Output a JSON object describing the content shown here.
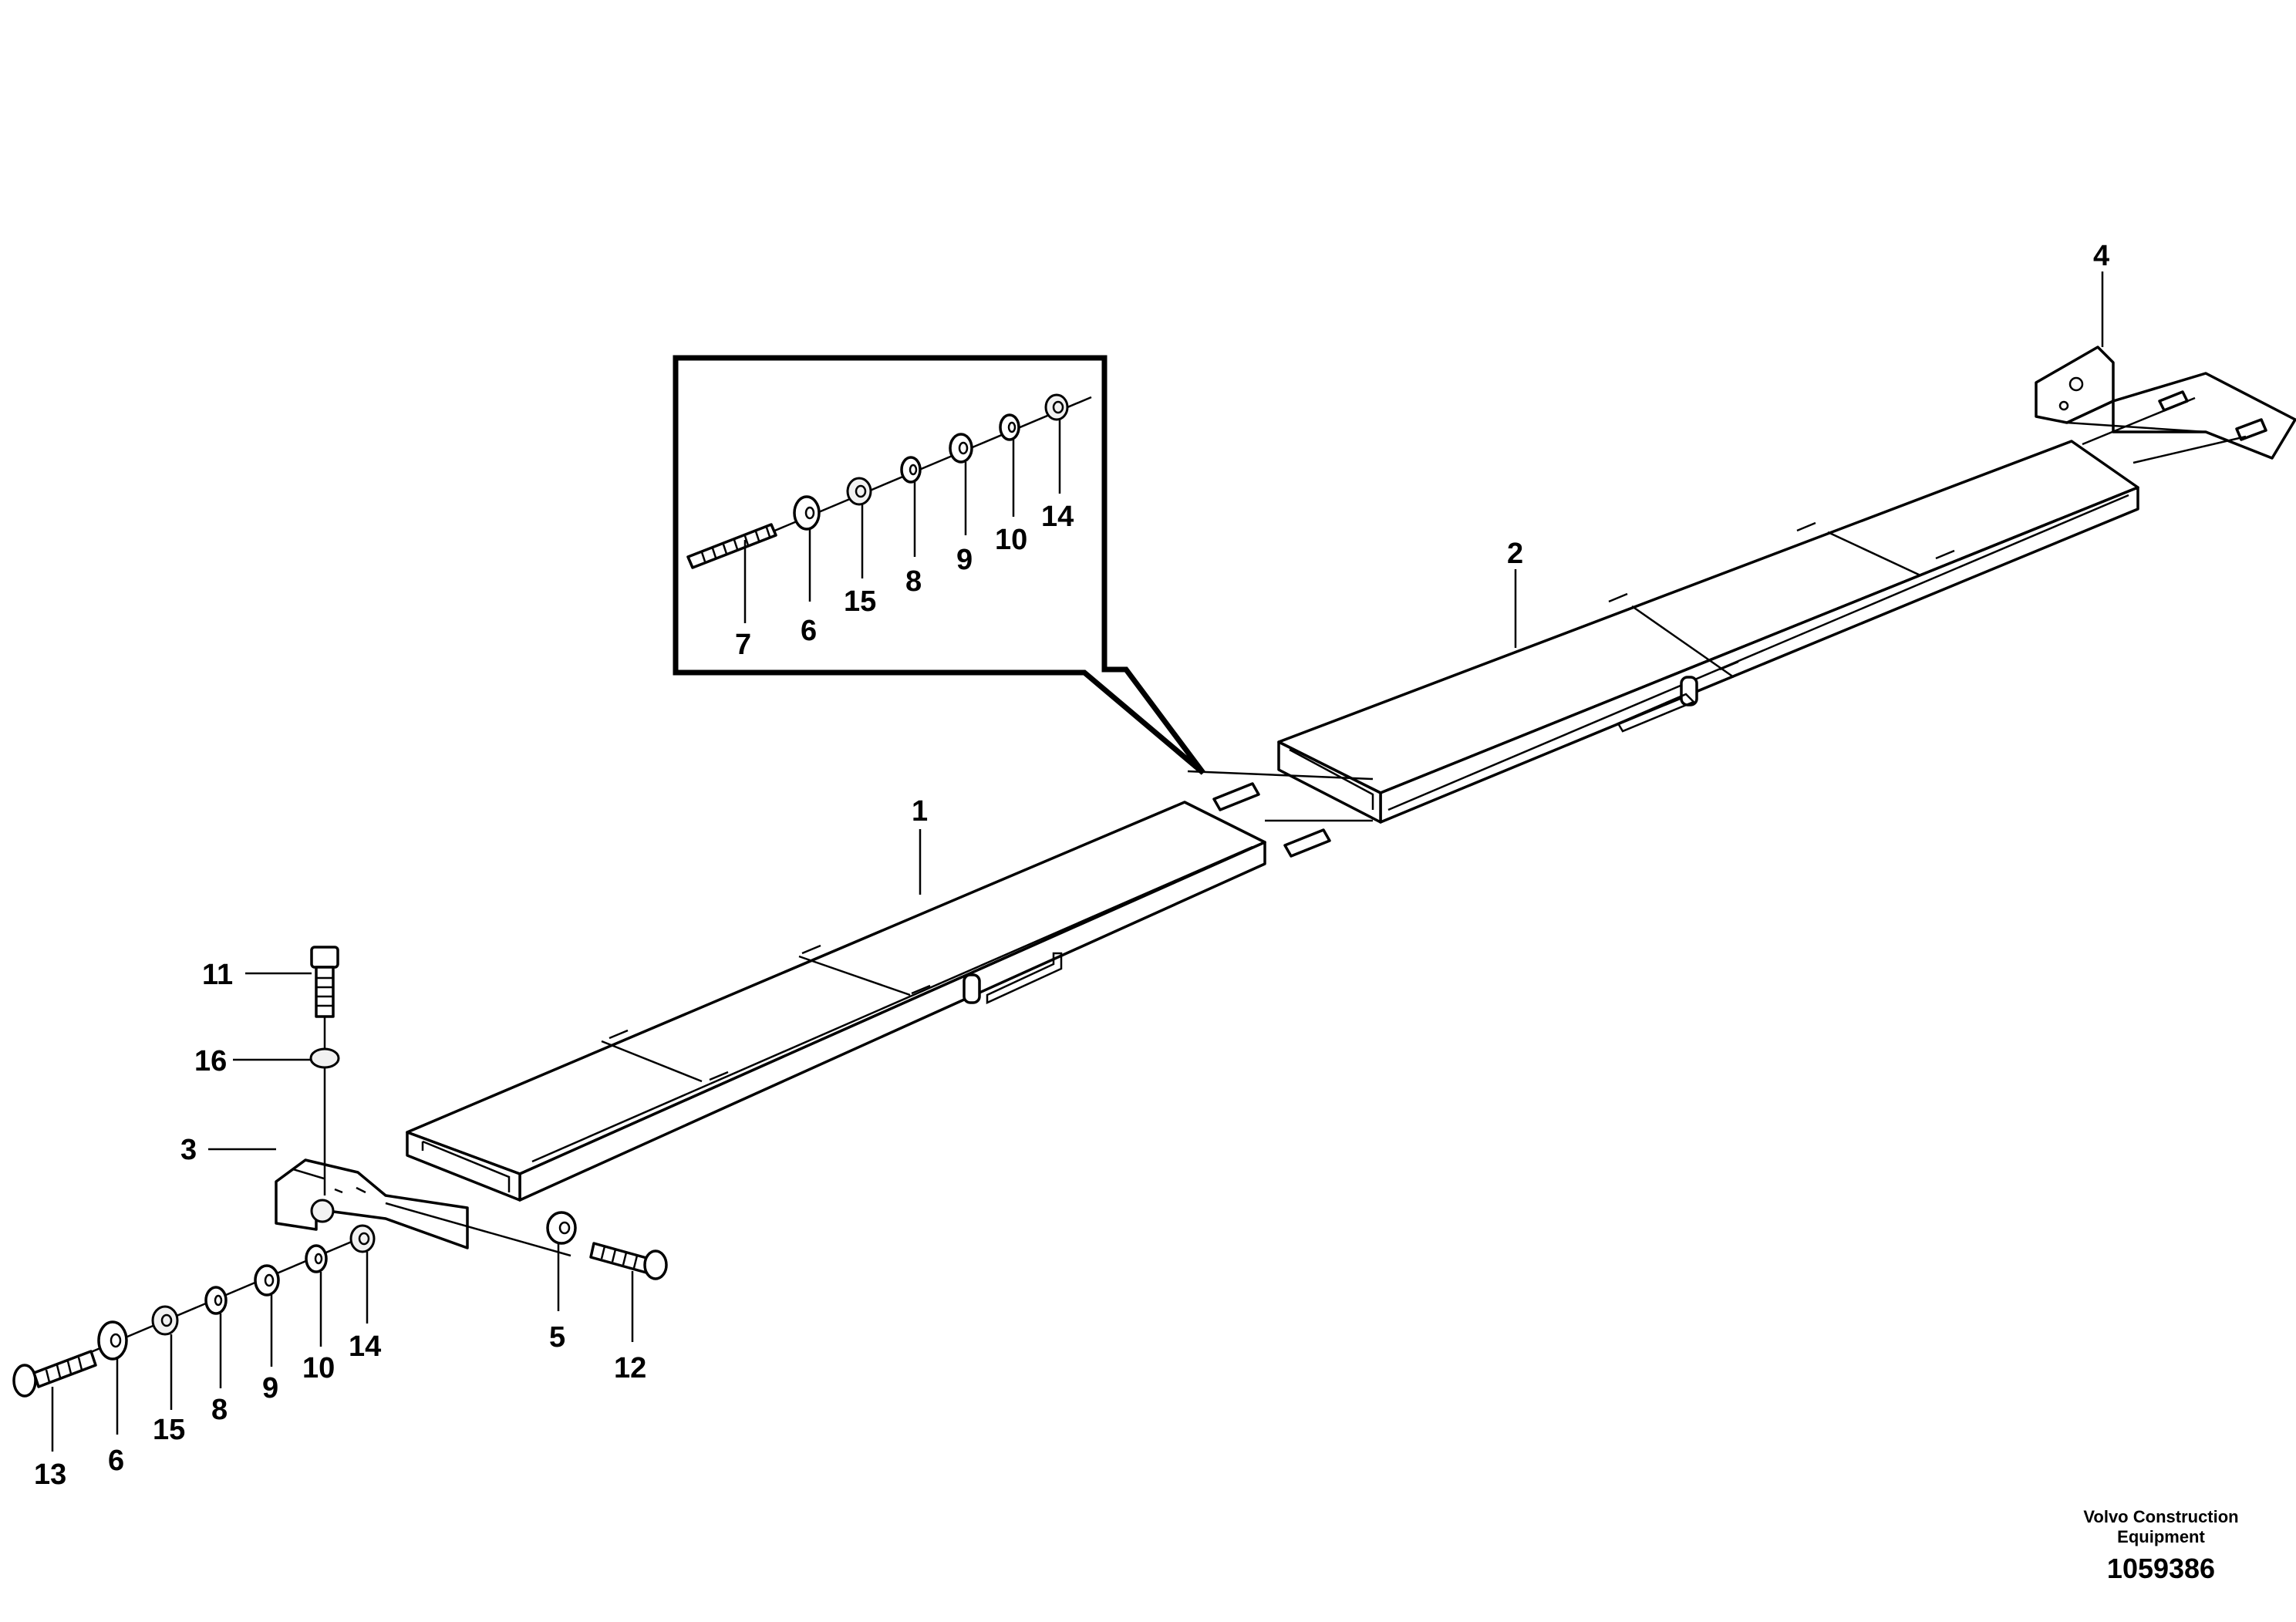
{
  "callouts": {
    "c1": "1",
    "c2": "2",
    "c3": "3",
    "c4": "4",
    "c5": "5",
    "c11": "11",
    "c16": "16",
    "c12": "12",
    "b13": "13",
    "b6": "6",
    "b15": "15",
    "b8": "8",
    "b9": "9",
    "b10": "10",
    "b14": "14",
    "d7": "7",
    "d6": "6",
    "d15": "15",
    "d8": "8",
    "d9": "9",
    "d10": "10",
    "d14": "14"
  },
  "footer": {
    "company_line1": "Volvo Construction",
    "company_line2": "Equipment",
    "figure_number": "1059386"
  }
}
